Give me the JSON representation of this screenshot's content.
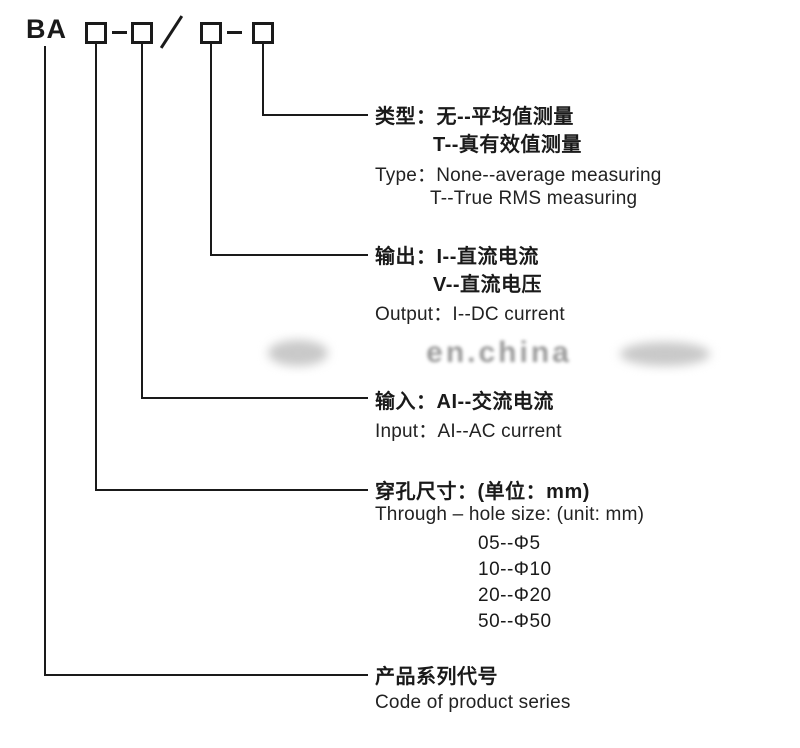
{
  "code": {
    "prefix": "BA"
  },
  "watermark": {
    "text": "en.china"
  },
  "type_block": {
    "cn1": "类型：无--平均值测量",
    "cn2": "T--真有效值测量",
    "en1": "Type：None--average measuring",
    "en2": "T--True RMS measuring"
  },
  "output_block": {
    "cn1": "输出：I--直流电流",
    "cn2": "V--直流电压",
    "en1": "Output：I--DC current"
  },
  "input_block": {
    "cn1": "输入：AI--交流电流",
    "en1": "Input：AI--AC current"
  },
  "hole_block": {
    "cn1": "穿孔尺寸：(单位：mm)",
    "en1": "Through – hole size: (unit: mm)",
    "sizes": [
      "05--Φ5",
      "10--Φ10",
      "20--Φ20",
      "50--Φ50"
    ]
  },
  "series_block": {
    "cn1": "产品系列代号",
    "en1": "Code of product series"
  }
}
